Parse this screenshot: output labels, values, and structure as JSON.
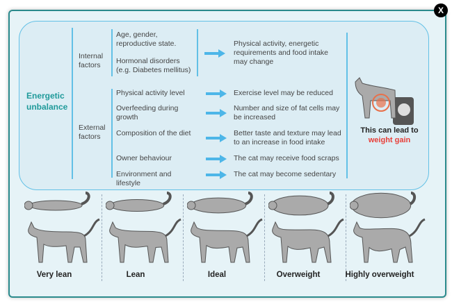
{
  "close_label": "X",
  "root": "Energetic unbalance",
  "internal": {
    "label": "Internal factors",
    "items": [
      "Age, gender, reproductive state.",
      "Hormonal disorders (e.g. Diabetes mellitus)"
    ],
    "effect": "Physical activity, energetic requirements and food intake may change"
  },
  "external": {
    "label": "External factors",
    "rows": [
      {
        "factor": "Physical activity level",
        "effect": "Exercise level may be reduced"
      },
      {
        "factor": "Overfeeding during growth",
        "effect": "Number and size of fat cells may be increased"
      },
      {
        "factor": "Composition of the diet",
        "effect": "Better taste and texture may lead to an increase in food intake"
      },
      {
        "factor": "Owner behaviour",
        "effect": "The cat may receive food scraps"
      },
      {
        "factor": "Environment and lifestyle",
        "effect": "The cat may become sedentary"
      }
    ]
  },
  "result": {
    "line1": "This can lead to",
    "line2": "weight gain"
  },
  "body_conditions": [
    "Very lean",
    "Lean",
    "Ideal",
    "Overweight",
    "Highly overweight"
  ],
  "colors": {
    "teal": "#1f9a9a",
    "arrow": "#4db6e8",
    "red": "#e8403a"
  }
}
